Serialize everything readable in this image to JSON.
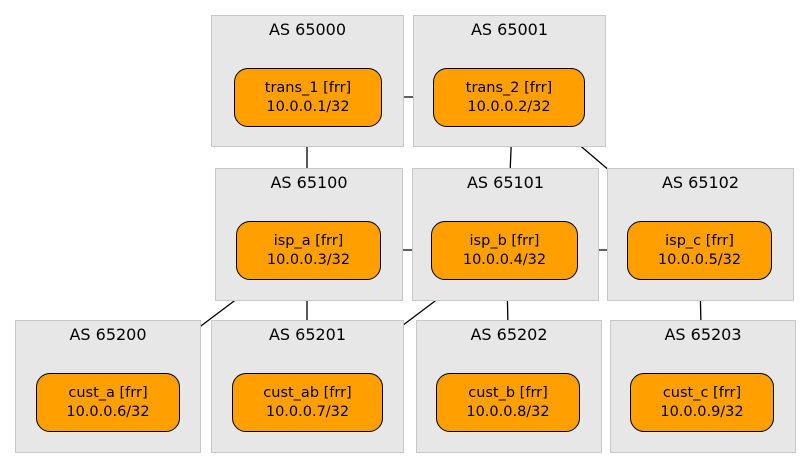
{
  "as_groups": [
    {
      "label": "AS 65000"
    },
    {
      "label": "AS 65001"
    },
    {
      "label": "AS 65100"
    },
    {
      "label": "AS 65101"
    },
    {
      "label": "AS 65102"
    },
    {
      "label": "AS 65200"
    },
    {
      "label": "AS 65201"
    },
    {
      "label": "AS 65202"
    },
    {
      "label": "AS 65203"
    }
  ],
  "nodes": [
    {
      "name": "trans_1 [frr]",
      "addr": "10.0.0.1/32"
    },
    {
      "name": "trans_2 [frr]",
      "addr": "10.0.0.2/32"
    },
    {
      "name": "isp_a [frr]",
      "addr": "10.0.0.3/32"
    },
    {
      "name": "isp_b [frr]",
      "addr": "10.0.0.4/32"
    },
    {
      "name": "isp_c [frr]",
      "addr": "10.0.0.5/32"
    },
    {
      "name": "cust_a [frr]",
      "addr": "10.0.0.6/32"
    },
    {
      "name": "cust_ab [frr]",
      "addr": "10.0.0.7/32"
    },
    {
      "name": "cust_b [frr]",
      "addr": "10.0.0.8/32"
    },
    {
      "name": "cust_c [frr]",
      "addr": "10.0.0.9/32"
    }
  ],
  "links": [
    [
      "trans_1 [frr]",
      "trans_2 [frr]"
    ],
    [
      "trans_1 [frr]",
      "isp_a [frr]"
    ],
    [
      "trans_2 [frr]",
      "isp_b [frr]"
    ],
    [
      "trans_2 [frr]",
      "isp_c [frr]"
    ],
    [
      "isp_a [frr]",
      "isp_b [frr]"
    ],
    [
      "isp_b [frr]",
      "isp_c [frr]"
    ],
    [
      "isp_a [frr]",
      "cust_a [frr]"
    ],
    [
      "isp_a [frr]",
      "cust_ab [frr]"
    ],
    [
      "isp_b [frr]",
      "cust_ab [frr]"
    ],
    [
      "isp_b [frr]",
      "cust_b [frr]"
    ],
    [
      "isp_c [frr]",
      "cust_c [frr]"
    ]
  ],
  "colors": {
    "node_fill": "#ff9f00",
    "node_border": "#000000",
    "group_fill": "#e7e7e7",
    "group_border": "#c8c8c8"
  }
}
